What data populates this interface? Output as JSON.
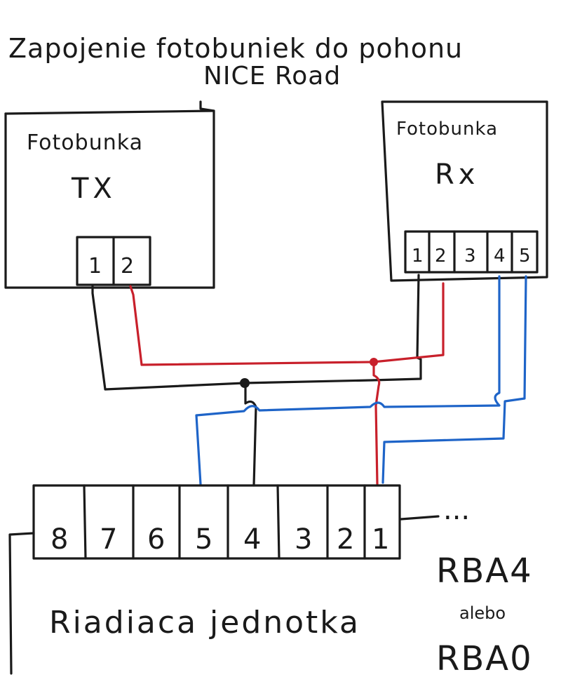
{
  "title": {
    "line1": "Zapojenie fotobuniek do pohonu",
    "line2": "NICE Road"
  },
  "tx": {
    "label": "Fotobunka",
    "name": "TX",
    "pins": [
      "1",
      "2"
    ]
  },
  "rx": {
    "label": "Fotobunka",
    "name": "Rx",
    "pins": [
      "1",
      "2",
      "3",
      "4",
      "5"
    ]
  },
  "control_unit": {
    "label": "Riadiaca jednotka",
    "terminals": [
      "8",
      "7",
      "6",
      "5",
      "4",
      "3",
      "2",
      "1"
    ],
    "continuation": "...",
    "model_a": "RBA4",
    "model_or": "alebo",
    "model_b": "RBA0"
  },
  "wire_colors": {
    "black": "#1a1a1a",
    "red": "#c8202b",
    "blue": "#1e64c8"
  }
}
